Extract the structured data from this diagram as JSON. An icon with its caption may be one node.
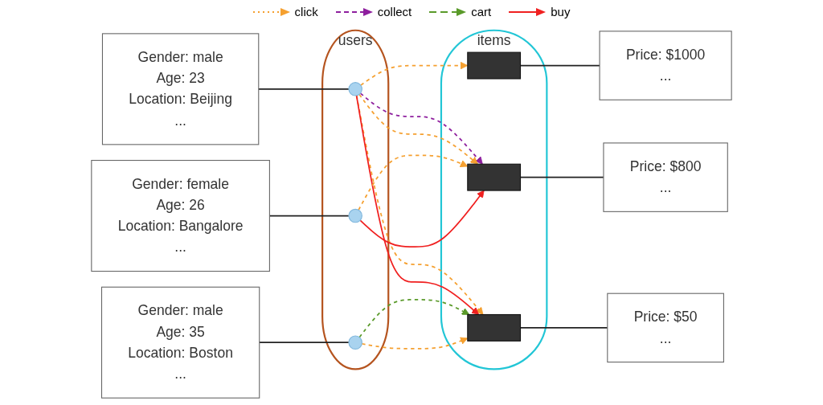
{
  "diagram": {
    "nodes": [
      {
        "text": [
          "Gender: male",
          "Age: 23",
          "Location: Beijing",
          "..."
        ]
      },
      {
        "text": [
          "Gender: female",
          "Age: 26",
          "Location: Bangalore",
          "..."
        ]
      },
      {
        "text": [
          "Gender: male",
          "Age: 35",
          "Location: Boston",
          "..."
        ]
      },
      {
        "text": [
          "users"
        ]
      },
      {
        "text": [],
        "shape": "person",
        "in": 3
      },
      {
        "text": [],
        "shape": "person",
        "in": 3
      },
      {
        "text": [],
        "shape": "person",
        "in": 3
      },
      {
        "text": [
          "items"
        ]
      },
      {
        "text": [],
        "shape": "picture",
        "in": 7
      },
      {
        "text": [],
        "shape": "picture",
        "in": 7
      },
      {
        "text": [],
        "shape": "picture",
        "in": 7
      },
      {
        "text": [
          "Price: $1000",
          "..."
        ]
      },
      {
        "text": [
          "Price: $800",
          "..."
        ]
      },
      {
        "text": [
          "Price: $50",
          "..."
        ]
      }
    ],
    "edges": [
      {
        "from": 0,
        "to": 4,
        "arrow": "none"
      },
      {
        "from": 1,
        "to": 5,
        "arrow": "none"
      },
      {
        "from": 2,
        "to": 6,
        "arrow": "none"
      },
      {
        "from": 4,
        "to": 8,
        "arrow": "to",
        "style": "dashed",
        "color": "#f5a030"
      },
      {
        "from": 4,
        "to": 9,
        "arrow": "to",
        "style": "dashed",
        "color": "#8e1f9e"
      },
      {
        "from": 4,
        "to": 9,
        "arrow": "to",
        "style": "dashed",
        "color": "#f5a030"
      },
      {
        "from": 4,
        "to": 10,
        "arrow": "to",
        "style": "dashed",
        "color": "#f5a030"
      },
      {
        "from": 4,
        "to": 10,
        "arrow": "to",
        "color": "#f02020"
      },
      {
        "from": 5,
        "to": 9,
        "arrow": "to",
        "style": "dashed",
        "color": "#f5a030"
      },
      {
        "from": 5,
        "to": 9,
        "arrow": "to",
        "color": "#f02020"
      },
      {
        "from": 6,
        "to": 10,
        "arrow": "to",
        "style": "dashed",
        "color": "#5a9a2a"
      },
      {
        "from": 6,
        "to": 10,
        "arrow": "to",
        "style": "dashed",
        "color": "#f5a030"
      },
      {
        "from": 8,
        "to": 11,
        "arrow": "none"
      },
      {
        "from": 9,
        "to": 12,
        "arrow": "none"
      },
      {
        "from": 10,
        "to": 13,
        "arrow": "none"
      }
    ],
    "legend": [
      {
        "text": "click"
      },
      {
        "text": "collect"
      },
      {
        "text": "cart"
      },
      {
        "text": "buy"
      }
    ]
  }
}
